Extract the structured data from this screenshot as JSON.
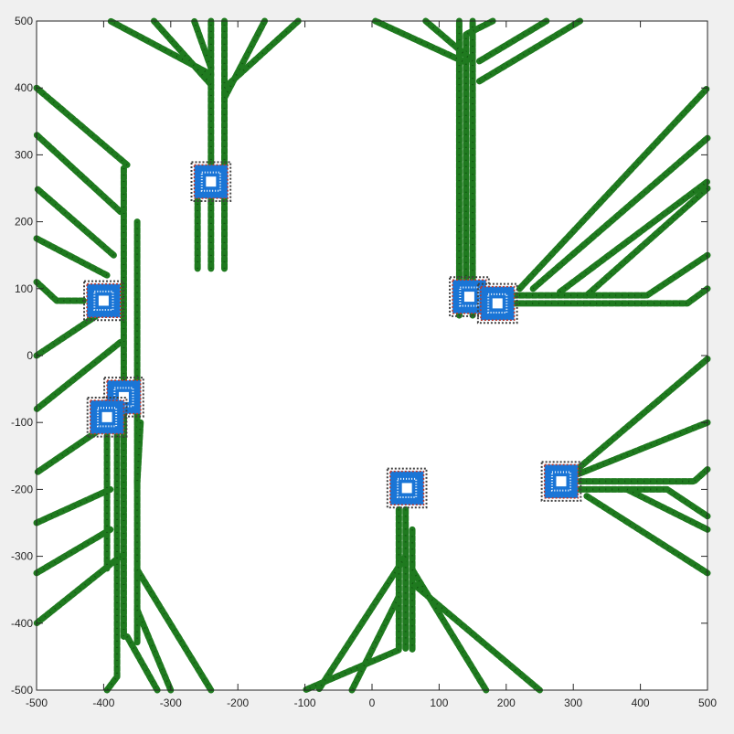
{
  "chart_data": {
    "type": "scatter",
    "title": "",
    "xlabel": "",
    "ylabel": "",
    "xlim": [
      -500,
      500
    ],
    "ylim": [
      -500,
      500
    ],
    "xticks": [
      -500,
      -400,
      -300,
      -200,
      -100,
      0,
      100,
      200,
      300,
      400,
      500
    ],
    "yticks": [
      -500,
      -400,
      -300,
      -200,
      -100,
      0,
      100,
      200,
      300,
      400,
      500
    ],
    "grid": false,
    "legend": "none",
    "colors": {
      "trace": "#1f7a1f",
      "trace_dark": "#0f4d0f",
      "chip": "#1a75d6",
      "chip_edge": "#c0392b",
      "pad_outline": "#404040"
    },
    "chips": [
      {
        "x": -240,
        "y": 260,
        "size": 50
      },
      {
        "x": -400,
        "y": 82,
        "size": 50
      },
      {
        "x": -370,
        "y": -62,
        "size": 50
      },
      {
        "x": -395,
        "y": -92,
        "size": 50
      },
      {
        "x": 145,
        "y": 88,
        "size": 50
      },
      {
        "x": 187,
        "y": 78,
        "size": 50
      },
      {
        "x": 52,
        "y": -198,
        "size": 50
      },
      {
        "x": 282,
        "y": -188,
        "size": 50
      }
    ],
    "trace_series": [
      {
        "points": [
          [
            -240,
            130
          ],
          [
            -240,
            500
          ]
        ]
      },
      {
        "points": [
          [
            -220,
            130
          ],
          [
            -220,
            500
          ]
        ]
      },
      {
        "points": [
          [
            -260,
            130
          ],
          [
            -260,
            235
          ]
        ]
      },
      {
        "points": [
          [
            -240,
            420
          ],
          [
            -390,
            500
          ]
        ]
      },
      {
        "points": [
          [
            -240,
            405
          ],
          [
            -325,
            500
          ]
        ]
      },
      {
        "points": [
          [
            -240,
            430
          ],
          [
            -265,
            500
          ]
        ]
      },
      {
        "points": [
          [
            -220,
            400
          ],
          [
            -110,
            500
          ]
        ]
      },
      {
        "points": [
          [
            -220,
            385
          ],
          [
            -160,
            500
          ]
        ]
      },
      {
        "points": [
          [
            -370,
            280
          ],
          [
            -370,
            -420
          ]
        ]
      },
      {
        "points": [
          [
            -350,
            200
          ],
          [
            -350,
            -430
          ]
        ]
      },
      {
        "points": [
          [
            -365,
            285
          ],
          [
            -500,
            400
          ]
        ]
      },
      {
        "points": [
          [
            -375,
            215
          ],
          [
            -500,
            330
          ]
        ]
      },
      {
        "points": [
          [
            -385,
            150
          ],
          [
            -500,
            250
          ]
        ]
      },
      {
        "points": [
          [
            -395,
            120
          ],
          [
            -500,
            175
          ]
        ]
      },
      {
        "points": [
          [
            -430,
            82
          ],
          [
            -470,
            82
          ],
          [
            -500,
            110
          ]
        ]
      },
      {
        "points": [
          [
            -410,
            60
          ],
          [
            -500,
            0
          ]
        ]
      },
      {
        "points": [
          [
            -375,
            20
          ],
          [
            -500,
            -80
          ]
        ]
      },
      {
        "points": [
          [
            -390,
            -100
          ],
          [
            -500,
            -175
          ]
        ]
      },
      {
        "points": [
          [
            -390,
            -200
          ],
          [
            -500,
            -250
          ]
        ]
      },
      {
        "points": [
          [
            -390,
            -260
          ],
          [
            -500,
            -325
          ]
        ]
      },
      {
        "points": [
          [
            -375,
            -300
          ],
          [
            -500,
            -400
          ]
        ]
      },
      {
        "points": [
          [
            -380,
            -120
          ],
          [
            -380,
            -480
          ],
          [
            -395,
            -500
          ]
        ]
      },
      {
        "points": [
          [
            -395,
            -120
          ],
          [
            -395,
            -320
          ]
        ]
      },
      {
        "points": [
          [
            -350,
            -320
          ],
          [
            -240,
            -500
          ]
        ]
      },
      {
        "points": [
          [
            -350,
            -380
          ],
          [
            -300,
            -500
          ]
        ]
      },
      {
        "points": [
          [
            -365,
            -420
          ],
          [
            -320,
            -500
          ]
        ]
      },
      {
        "points": [
          [
            -345,
            -100
          ],
          [
            -350,
            -190
          ]
        ]
      },
      {
        "points": [
          [
            150,
            60
          ],
          [
            150,
            500
          ]
        ]
      },
      {
        "points": [
          [
            130,
            60
          ],
          [
            130,
            500
          ]
        ]
      },
      {
        "points": [
          [
            140,
            100
          ],
          [
            140,
            480
          ],
          [
            180,
            500
          ]
        ]
      },
      {
        "points": [
          [
            150,
            440
          ],
          [
            80,
            500
          ]
        ]
      },
      {
        "points": [
          [
            135,
            440
          ],
          [
            5,
            500
          ]
        ]
      },
      {
        "points": [
          [
            160,
            440
          ],
          [
            260,
            500
          ]
        ]
      },
      {
        "points": [
          [
            160,
            410
          ],
          [
            310,
            500
          ]
        ]
      },
      {
        "points": [
          [
            210,
            78
          ],
          [
            470,
            78
          ],
          [
            500,
            100
          ]
        ]
      },
      {
        "points": [
          [
            210,
            90
          ],
          [
            410,
            90
          ],
          [
            500,
            150
          ]
        ]
      },
      {
        "points": [
          [
            220,
            100
          ],
          [
            500,
            400
          ]
        ]
      },
      {
        "points": [
          [
            240,
            100
          ],
          [
            500,
            325
          ]
        ]
      },
      {
        "points": [
          [
            280,
            95
          ],
          [
            500,
            260
          ]
        ]
      },
      {
        "points": [
          [
            320,
            90
          ],
          [
            500,
            250
          ]
        ]
      },
      {
        "points": [
          [
            50,
            -230
          ],
          [
            50,
            -440
          ]
        ]
      },
      {
        "points": [
          [
            40,
            -230
          ],
          [
            40,
            -440
          ],
          [
            -100,
            -500
          ]
        ]
      },
      {
        "points": [
          [
            60,
            -260
          ],
          [
            60,
            -440
          ]
        ]
      },
      {
        "points": [
          [
            40,
            -360
          ],
          [
            -30,
            -500
          ]
        ]
      },
      {
        "points": [
          [
            50,
            -300
          ],
          [
            -80,
            -500
          ]
        ]
      },
      {
        "points": [
          [
            60,
            -320
          ],
          [
            170,
            -500
          ]
        ]
      },
      {
        "points": [
          [
            60,
            -340
          ],
          [
            250,
            -500
          ]
        ]
      },
      {
        "points": [
          [
            300,
            -188
          ],
          [
            480,
            -188
          ],
          [
            500,
            -170
          ]
        ]
      },
      {
        "points": [
          [
            300,
            -200
          ],
          [
            440,
            -200
          ],
          [
            500,
            -240
          ]
        ]
      },
      {
        "points": [
          [
            300,
            -180
          ],
          [
            500,
            -100
          ]
        ]
      },
      {
        "points": [
          [
            300,
            -175
          ],
          [
            500,
            -5
          ]
        ]
      },
      {
        "points": [
          [
            320,
            -210
          ],
          [
            500,
            -325
          ]
        ]
      },
      {
        "points": [
          [
            380,
            -200
          ],
          [
            500,
            -260
          ]
        ]
      }
    ]
  }
}
